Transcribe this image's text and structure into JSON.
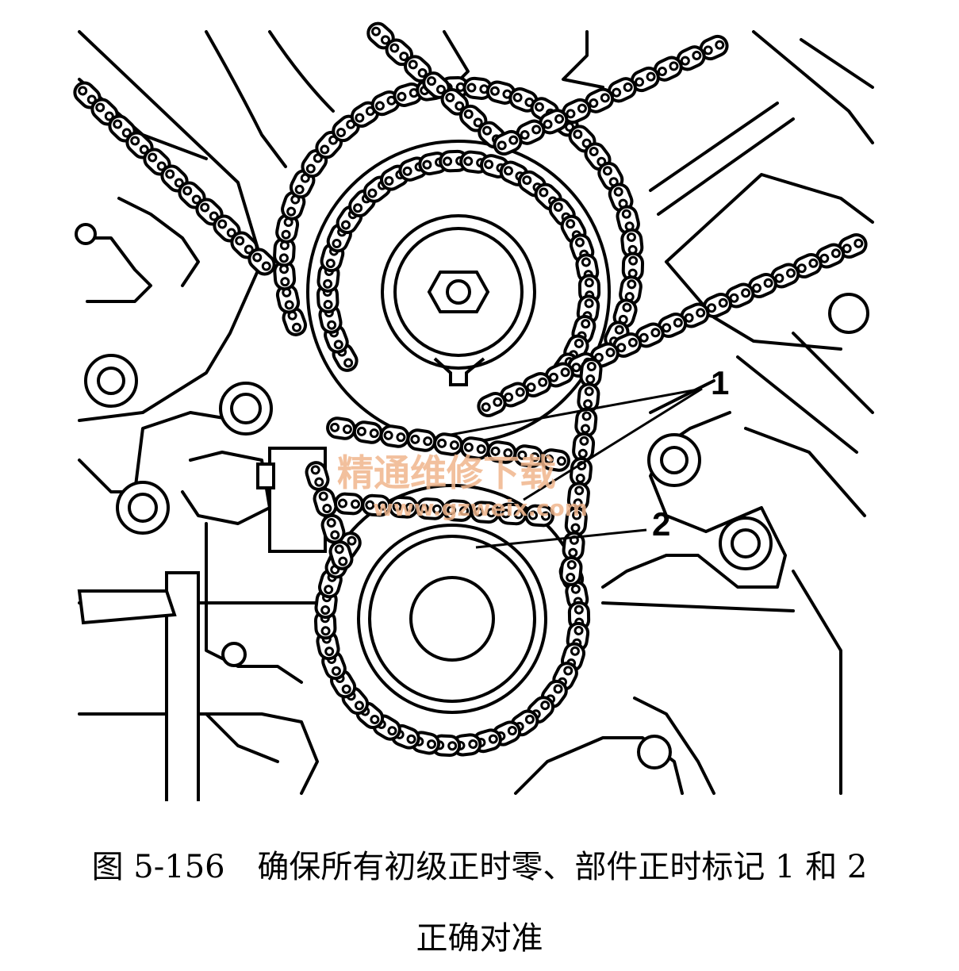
{
  "figure": {
    "callouts": {
      "label_1": "1",
      "label_2": "2"
    },
    "watermark": {
      "line1": "精通维修下载",
      "line2": "www.gzweix.com"
    }
  },
  "caption": {
    "figure_number": "图 5-156",
    "text_line1": "确保所有初级正时零、部件正时标记 1 和 2",
    "text_line2": "正确对准"
  },
  "colors": {
    "ink": "#000000",
    "watermark": "#f0b68c",
    "background": "#ffffff"
  }
}
